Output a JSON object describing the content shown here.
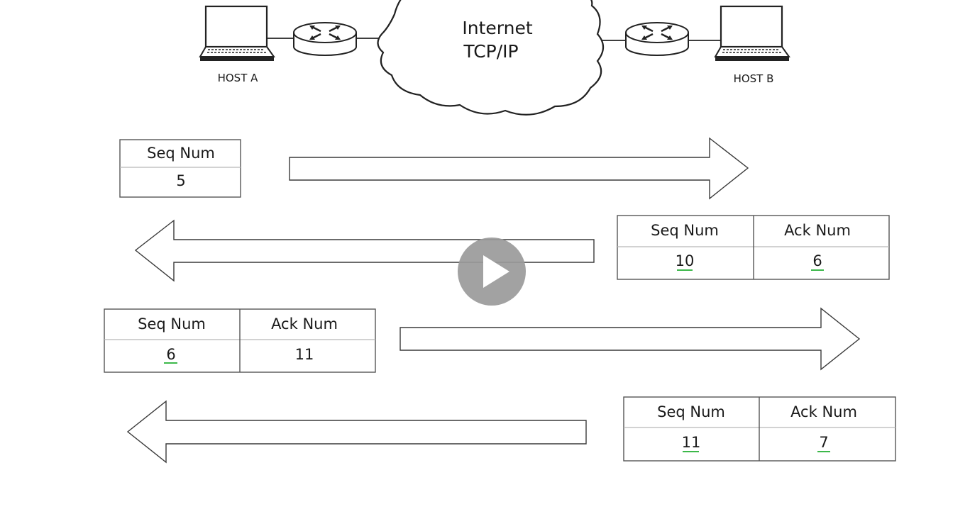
{
  "network": {
    "host_a_label": "HOST A",
    "host_b_label": "HOST B",
    "cloud_line1": "Internet",
    "cloud_line2": "TCP/IP"
  },
  "segments": [
    {
      "direction": "A-to-B",
      "seq_header": "Seq Num",
      "seq_value": "5"
    },
    {
      "direction": "B-to-A",
      "seq_header": "Seq Num",
      "seq_value": "10",
      "ack_header": "Ack Num",
      "ack_value": "6"
    },
    {
      "direction": "A-to-B",
      "seq_header": "Seq Num",
      "seq_value": "6",
      "ack_header": "Ack Num",
      "ack_value": "11"
    },
    {
      "direction": "B-to-A",
      "seq_header": "Seq Num",
      "seq_value": "11",
      "ack_header": "Ack Num",
      "ack_value": "7"
    }
  ],
  "overlay": {
    "icon": "play-icon",
    "color": "#9a9a9a"
  },
  "colors": {
    "underline": "#3cb84a",
    "stroke": "#3a3a3a"
  }
}
